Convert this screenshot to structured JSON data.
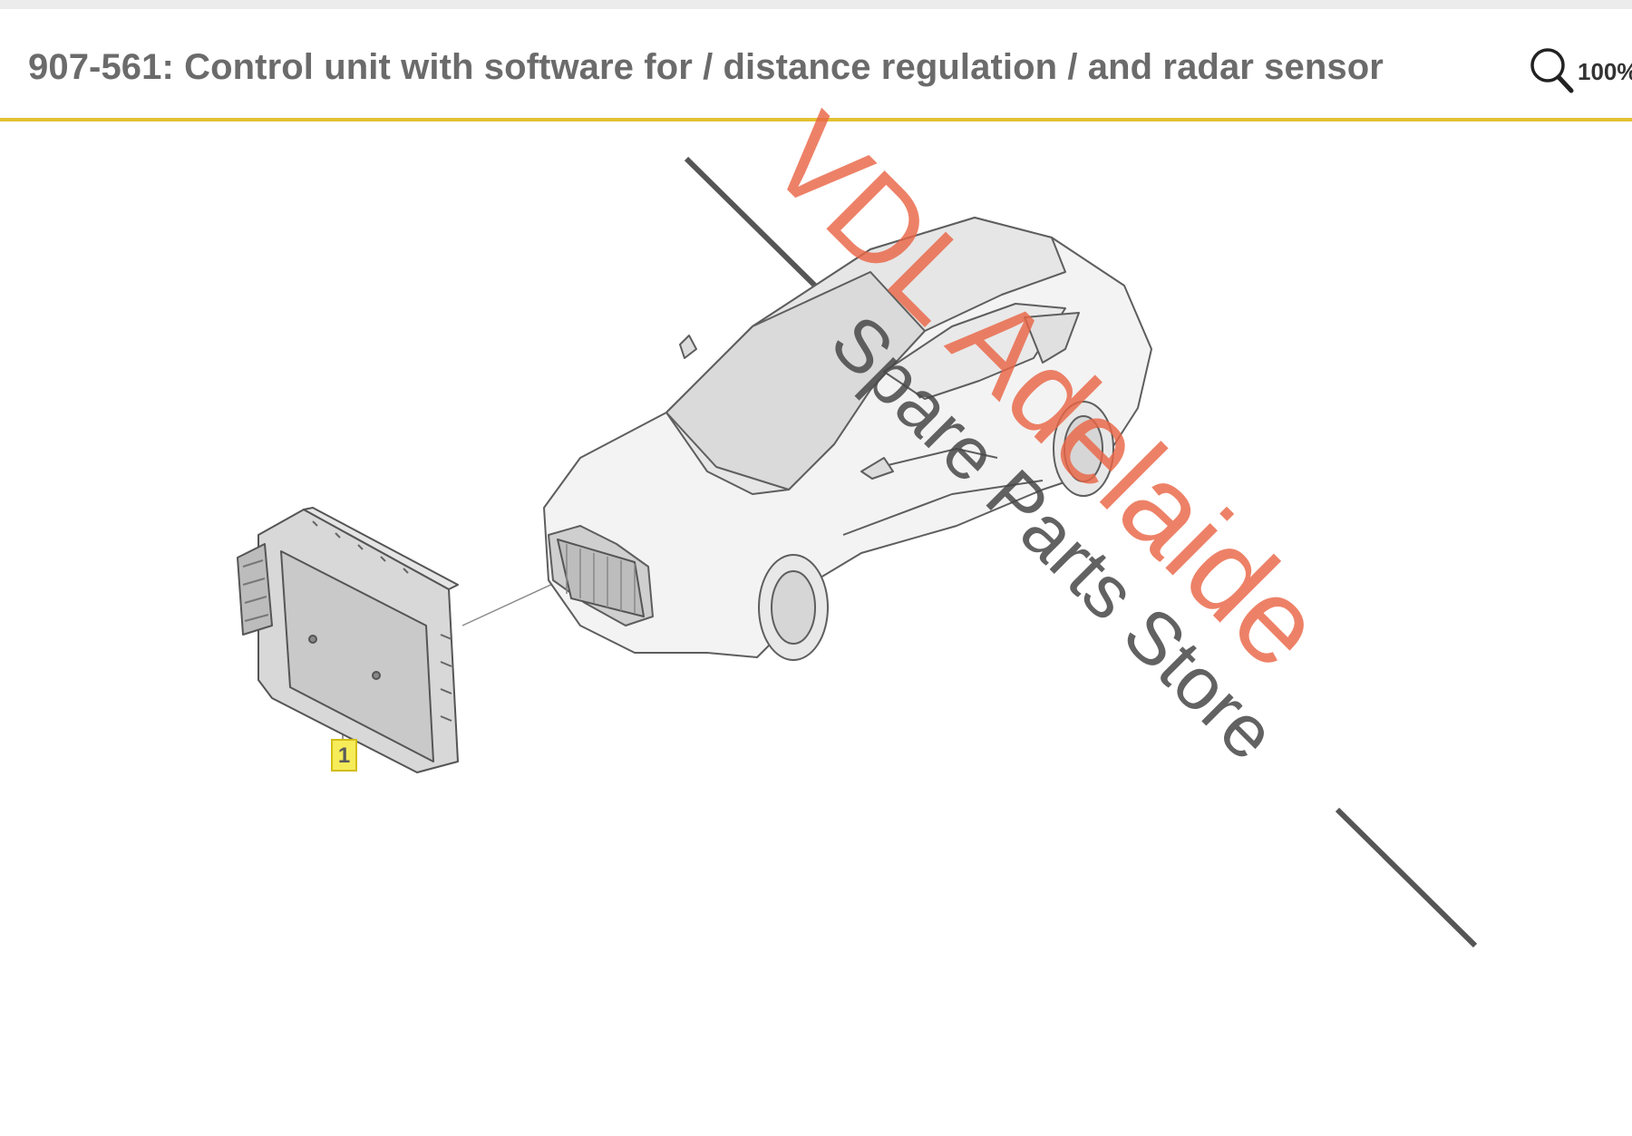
{
  "header": {
    "title": "907-561: Control unit with software for / distance regulation / and radar sensor",
    "zoom_label": "100%",
    "zoom_icon": "magnifier-icon",
    "accent_color": "#e2c233"
  },
  "diagram": {
    "callouts": [
      {
        "label": "1"
      }
    ],
    "callout_color": "#f6ec5a"
  },
  "watermark": {
    "main": "VDL Adelaide",
    "sub": "Spare Parts Store",
    "main_color": "#e96545"
  }
}
